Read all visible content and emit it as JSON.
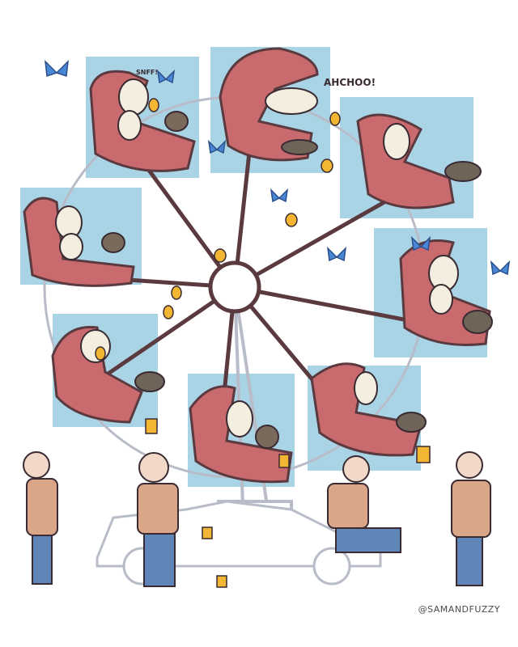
{
  "sound_effects": {
    "sniff": "SNFF!",
    "sneeze": "AHCHOO!"
  },
  "credit": "@SAMANDFUZZY",
  "colors": {
    "sky_panel": "#a9d4e6",
    "gondola": "#c86a6e",
    "frame": "#5b3a3f",
    "butterfly": "#4a86d6",
    "token": "#f2b632",
    "shirt": "#d9a688",
    "jeans": "#5f86b8"
  },
  "icons": [
    "butterfly-icon",
    "token-icon",
    "gondola-icon",
    "dog-icon"
  ]
}
